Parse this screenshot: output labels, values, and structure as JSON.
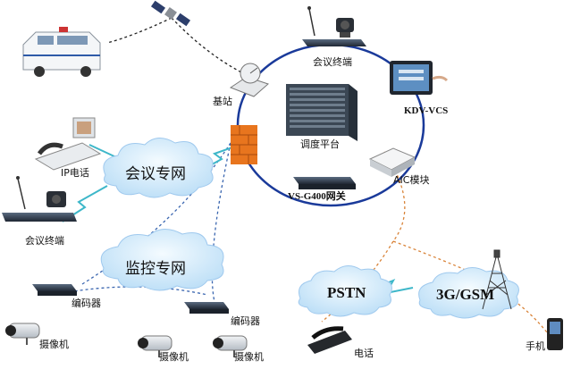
{
  "labels": {
    "base_station": "基站",
    "conference_terminal_top": "会议终端",
    "kdv_vcs": "KDV-VCS",
    "dispatch_platform": "调度平台",
    "ip_phone": "IP电话",
    "vs_gateway": "VS-G400网关",
    "aic_module": "AIC模块",
    "conference_terminal_left": "会议终端",
    "encoder_left": "编码器",
    "encoder_right": "编码器",
    "camera_left": "摄像机",
    "camera_mid": "摄像机",
    "camera_right": "摄像机",
    "telephone": "电话",
    "mobile_phone": "手机"
  },
  "clouds": {
    "conference_network": "会议专网",
    "monitoring_network": "监控专网",
    "pstn": "PSTN",
    "mobile_network": "3G/GSM"
  },
  "colors": {
    "ring": "#1a3a9a",
    "cloud_fill": "#dcefff",
    "cloud_edge": "#9fc9ee",
    "lightning": "#3db7c9",
    "dotted_blue": "#3a66b0",
    "dotted_orange": "#d9843a",
    "device_dark": "#2b3440",
    "firewall": "#e8751e"
  }
}
